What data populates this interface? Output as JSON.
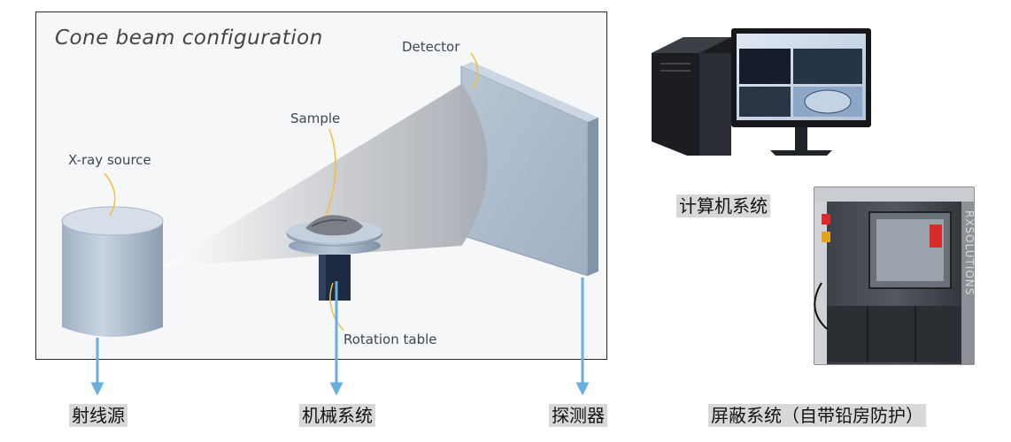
{
  "diagram": {
    "title": "Cone beam configuration",
    "labels": {
      "detector": "Detector",
      "sample": "Sample",
      "xray_source": "X-ray source",
      "rotation_table": "Rotation table"
    }
  },
  "subsystems": {
    "source": "射线源",
    "mechanical": "机械系统",
    "detector": "探测器",
    "computer": "计算机系统",
    "shielding": "屏蔽系统（自带铅房防护）"
  },
  "cabinet": {
    "brand": "RXSOLUTIONS"
  },
  "colors": {
    "arrow": "#6aaee0",
    "callout": "#f0c040",
    "frame": "#2b2b2b",
    "label_highlight": "#d8d8d8"
  }
}
